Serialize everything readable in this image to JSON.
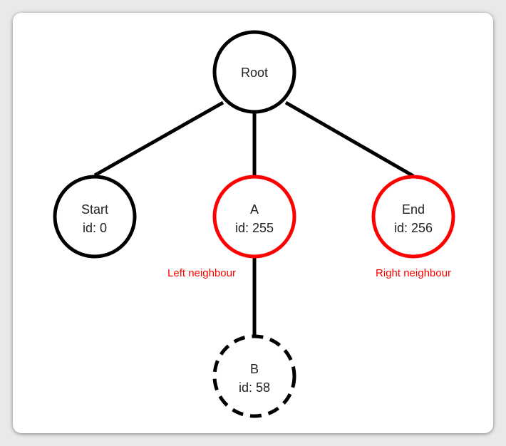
{
  "colors": {
    "default_stroke": "#000000",
    "highlight_stroke": "#ff0000",
    "annotation_text": "#ff0000"
  },
  "tree": {
    "root": {
      "label": "Root"
    },
    "start": {
      "name": "Start",
      "id_text": "id: 0"
    },
    "a": {
      "name": "A",
      "id_text": "id: 255",
      "annotation": "Left neighbour"
    },
    "end": {
      "name": "End",
      "id_text": "id: 256",
      "annotation": "Right neighbour"
    },
    "b": {
      "name": "B",
      "id_text": "id: 58"
    }
  }
}
